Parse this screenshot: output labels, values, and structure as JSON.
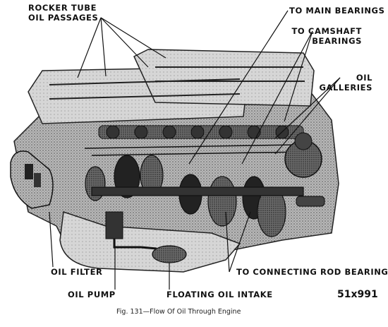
{
  "labels": {
    "rocker_tube_line1": "ROCKER TUBE",
    "rocker_tube_line2": "OIL PASSAGES",
    "main_bearings": "TO MAIN BEARINGS",
    "camshaft_line1": "TO CAMSHAFT",
    "camshaft_line2": "BEARINGS",
    "oil_line1": "OIL",
    "oil_line2": "GALLERIES",
    "oil_filter": "OIL FILTER",
    "oil_pump": "OIL PUMP",
    "floating_intake": "FLOATING OIL INTAKE",
    "connecting_rod": "TO CONNECTING ROD BEARINGS"
  },
  "figure_number": "51x991",
  "caption": "Fig. 131—Flow Of Oil Through Engine",
  "colors": {
    "ink": "#111111",
    "shade_dark": "#3a3a3a",
    "shade_mid": "#8a8a8a",
    "shade_light": "#c9c9c9"
  }
}
